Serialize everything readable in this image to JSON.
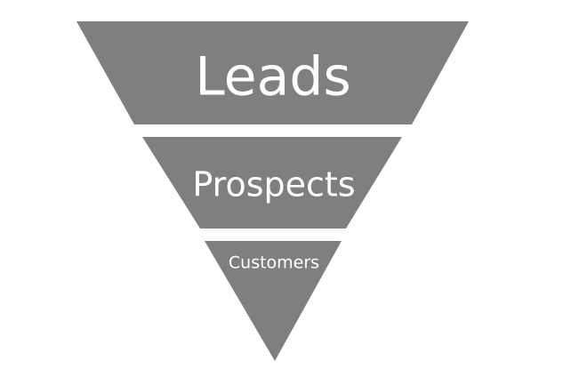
{
  "funnel": {
    "stages": [
      {
        "label": "Leads"
      },
      {
        "label": "Prospects"
      },
      {
        "label": "Customers"
      }
    ],
    "colors": {
      "stage_fill": "#7f7f7f",
      "label_text": "#ffffff",
      "background": "#ffffff"
    }
  }
}
